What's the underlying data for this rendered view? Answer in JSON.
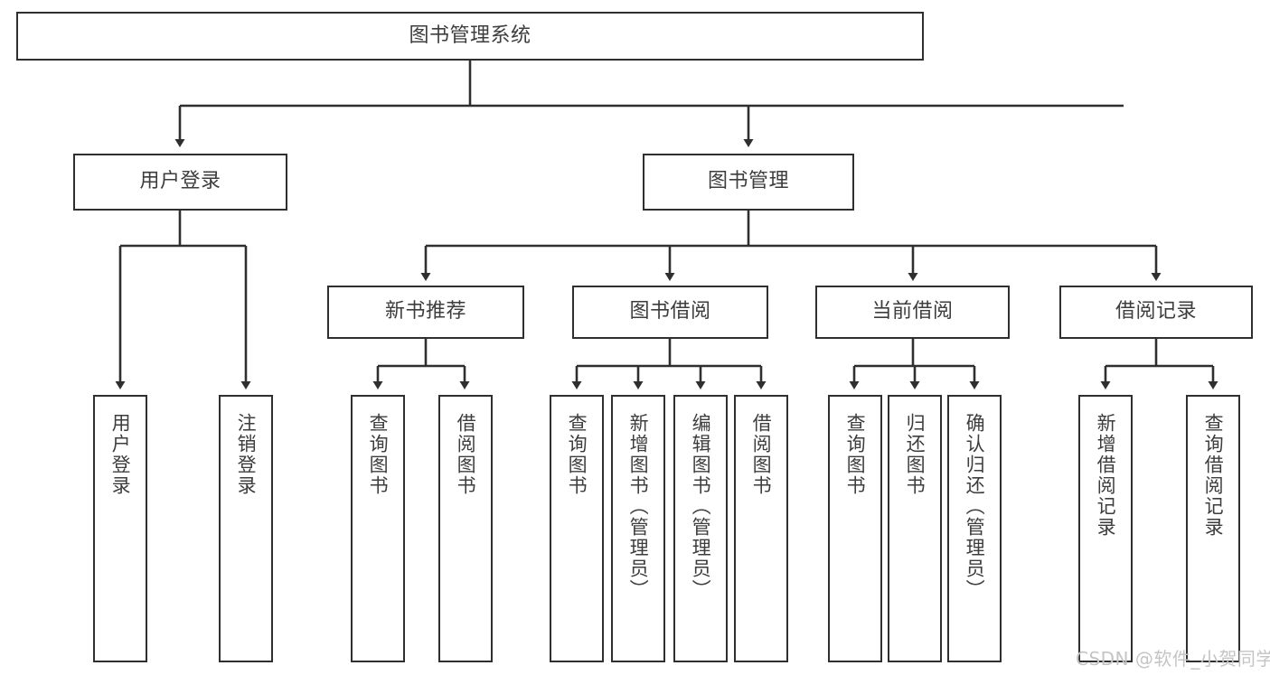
{
  "diagram": {
    "title": "图书管理系统",
    "type": "tree-hierarchy-diagram",
    "style": {
      "box_border_color": "#2f2f2f",
      "box_fill_color": "#ffffff",
      "text_color": "#3d3d3d",
      "edge_color": "#2f2f2f",
      "background_color": "#ffffff",
      "watermark_color": "#c4c4c4"
    },
    "root": {
      "label": "图书管理系统"
    },
    "level2": [
      {
        "label": "用户登录"
      },
      {
        "label": "图书管理"
      }
    ],
    "level3": [
      {
        "label": "新书推荐"
      },
      {
        "label": "图书借阅"
      },
      {
        "label": "当前借阅"
      },
      {
        "label": "借阅记录"
      }
    ],
    "leaves": {
      "user_login": [
        {
          "label": "用户登录"
        },
        {
          "label": "注销登录"
        }
      ],
      "new_book_recommend": [
        {
          "label": "查询图书"
        },
        {
          "label": "借阅图书"
        }
      ],
      "book_borrow": [
        {
          "label": "查询图书"
        },
        {
          "label": "新增图书（管理员）"
        },
        {
          "label": "编辑图书（管理员）"
        },
        {
          "label": "借阅图书"
        }
      ],
      "current_borrow": [
        {
          "label": "查询图书"
        },
        {
          "label": "归还图书"
        },
        {
          "label": "确认归还（管理员）"
        }
      ],
      "borrow_record": [
        {
          "label": "新增借阅记录"
        },
        {
          "label": "查询借阅记录"
        }
      ]
    },
    "watermark": "CSDN @软件_小贺同学"
  }
}
